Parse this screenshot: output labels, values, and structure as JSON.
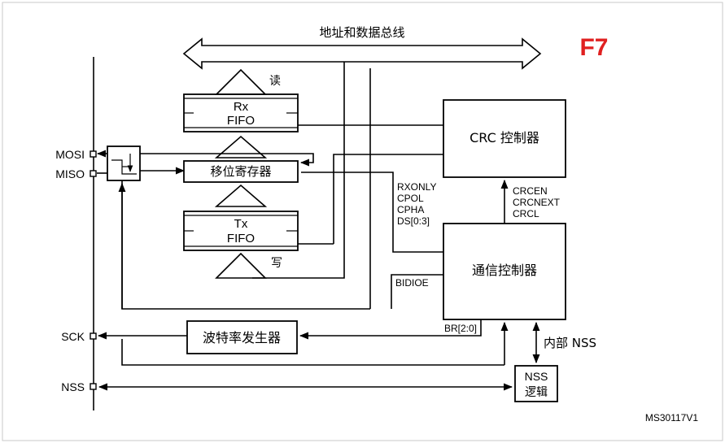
{
  "bus_label": "地址和数据总线",
  "figure_tag": "F7",
  "figure_id": "MS30117V1",
  "pins": {
    "mosi": "MOSI",
    "miso": "MISO",
    "sck": "SCK",
    "nss": "NSS"
  },
  "rx_fifo": {
    "line1": "Rx",
    "line2": "FIFO",
    "read_label": "读"
  },
  "tx_fifo": {
    "line1": "Tx",
    "line2": "FIFO",
    "write_label": "写"
  },
  "shift_register": "移位寄存器",
  "crc_controller": "CRC 控制器",
  "comm_controller": "通信控制器",
  "baud_generator": "波特率发生器",
  "nss_logic": {
    "line1": "NSS",
    "line2": "逻辑"
  },
  "internal_nss": "内部 NSS",
  "signals": {
    "control_bits": [
      "RXONLY",
      "CPOL",
      "CPHA",
      "DS[0:3]"
    ],
    "crc_bits": [
      "CRCEN",
      "CRCNEXT",
      "CRCL"
    ],
    "bidioe": "BIDIOE",
    "br": "BR[2:0]"
  }
}
